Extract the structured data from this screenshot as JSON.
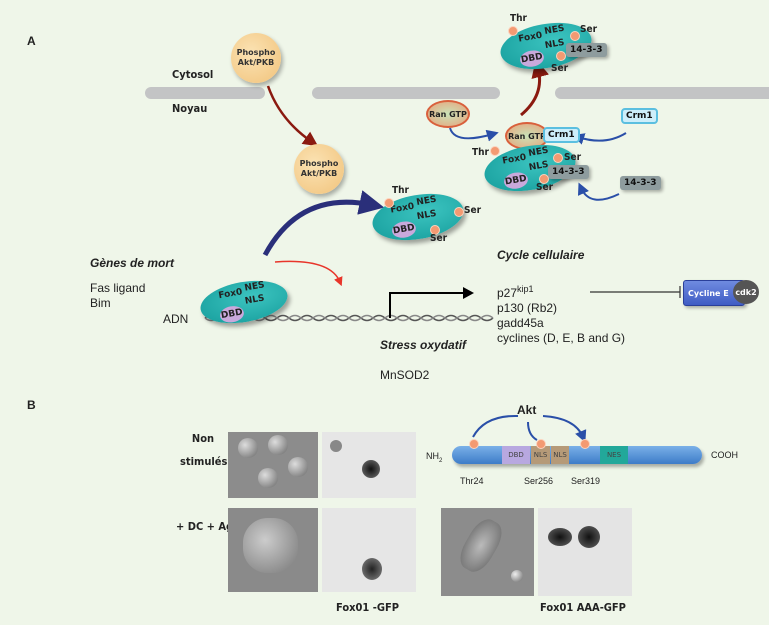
{
  "panel_a": {
    "label": "A",
    "cytosol": "Cytosol",
    "noyau": "Noyau",
    "akt1": [
      "Phospho",
      "Akt/PKB"
    ],
    "akt2": [
      "Phospho",
      "Akt/PKB"
    ],
    "fox": {
      "name": "Fox0",
      "nes": "NES",
      "nls": "NLS",
      "dbd": "DBD",
      "thr": "Thr",
      "ser": "Ser",
      "p1433": "14-3-3"
    },
    "ran_gtp": "Ran GTP",
    "crm1": "Crm1",
    "genes_title": "Gènes de mort",
    "genes": [
      "Fas ligand",
      "Bim"
    ],
    "adn": "ADN",
    "cycle_title": "Cycle cellulaire",
    "cycle_genes": {
      "p27": "p27",
      "p27_sup": "kip1",
      "p130": "p130 (Rb2)",
      "gadd": "gadd45a",
      "cyclines": "cyclines (D, E, B and G)"
    },
    "cycline_e": "Cycline E",
    "cdk2": "cdk2",
    "stress_title": "Stress oxydatif",
    "stress_gene": "MnSOD2"
  },
  "panel_b": {
    "label": "B",
    "row1": [
      "Non",
      "stimulés"
    ],
    "row2": "+ DC + Ag",
    "caption1": "Fox01 -GFP",
    "caption2": "Fox01 AAA-GFP",
    "protein": {
      "akt": "Akt",
      "nh2": "NH",
      "nh2_sub": "2",
      "cooh": "COOH",
      "domains": [
        "DBD",
        "NLS",
        "NLS",
        "NES"
      ],
      "sites": [
        "Thr24",
        "Ser256",
        "Ser319"
      ]
    }
  },
  "colors": {
    "background": "#eff6e9",
    "fox": "#1fa8a6",
    "arrow_red": "#8b1a10",
    "arrow_blue": "#2a4fa8",
    "arrow_navy": "#2a2f7a"
  }
}
